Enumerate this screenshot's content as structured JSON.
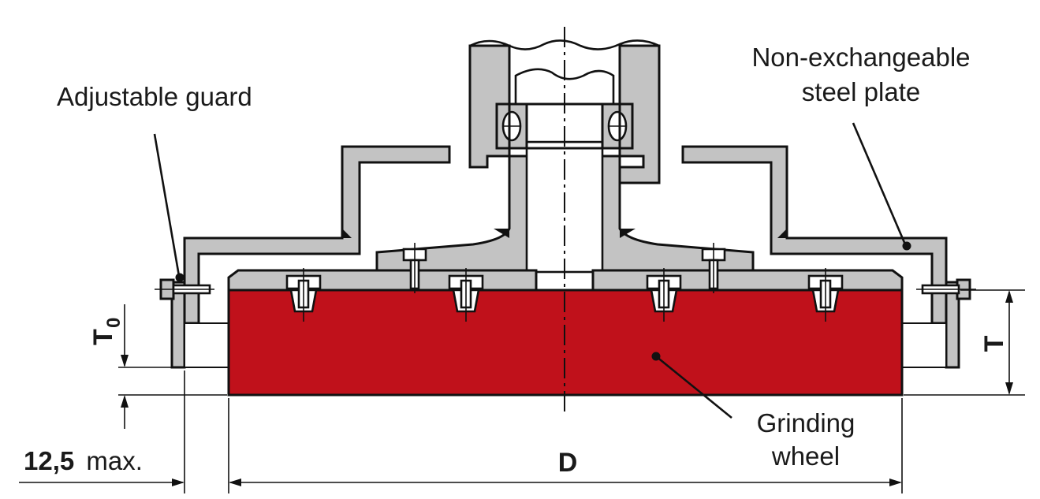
{
  "labels": {
    "adjustable_guard": "Adjustable guard",
    "non_exchangeable_line1": "Non-exchangeable",
    "non_exchangeable_line2": "steel plate",
    "grinding_wheel_line1": "Grinding",
    "grinding_wheel_line2": "wheel"
  },
  "dimensions": {
    "diameter": "D",
    "thickness": "T",
    "t0_main": "T",
    "t0_sub": "0",
    "clearance_value": "12,5",
    "clearance_unit": "max."
  },
  "colors": {
    "wheel": "#c0111b",
    "steel": "#c3c3c3",
    "outline": "#111111"
  }
}
